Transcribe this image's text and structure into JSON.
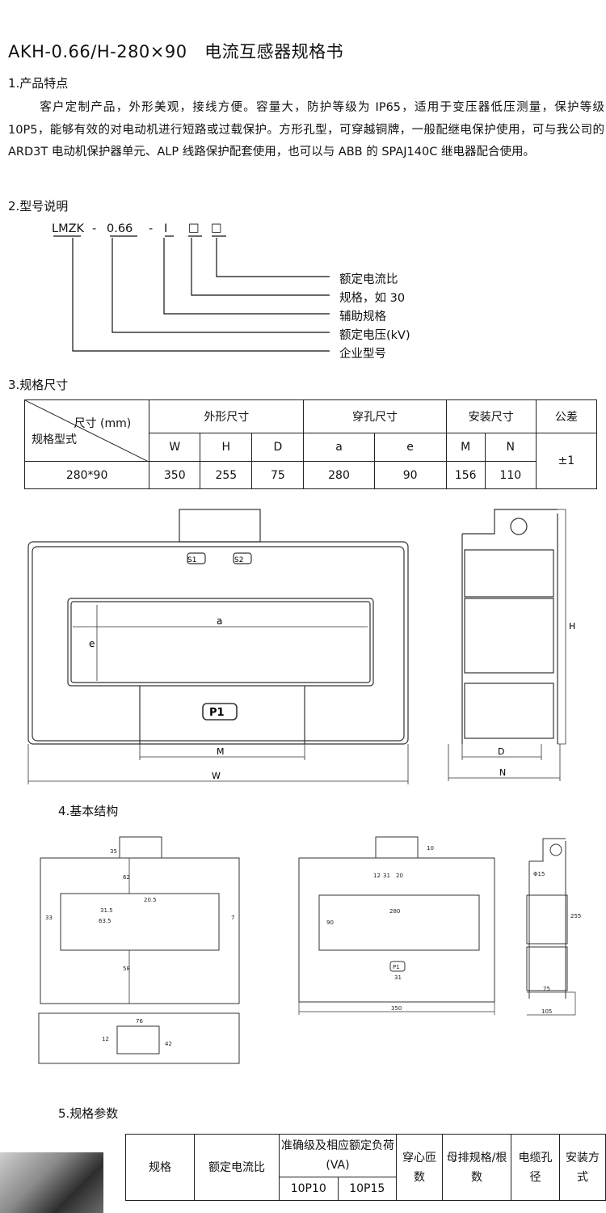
{
  "doc": {
    "title": "AKH-0.66/H-280×90   电流互感器规格书",
    "section1_heading": "1.产品特点",
    "section1_text": "客户定制产品，外形美观，接线方便。容量大，防护等级为 IP65，适用于变压器低压测量，保护等级 10P5，能够有效的对电动机进行短路或过载保护。方形孔型，可穿越铜牌，一般配继电保护使用，可与我公司的 ARD3T 电动机保护器单元、ALP 线路保护配套使用，也可以与 ABB 的 SPAJ140C 继电器配合使用。",
    "section2_heading": "2.型号说明",
    "section3_heading": "3.规格尺寸",
    "section4_heading": "4.基本结构",
    "section5_heading": "5.规格参数"
  },
  "model_code": {
    "parts": [
      "LMZK",
      "-",
      "0.66",
      "-",
      "I",
      "□",
      "□"
    ],
    "explanations": [
      "额定电流比",
      "规格，如 30",
      "辅助规格",
      "额定电压(kV)",
      "企业型号"
    ]
  },
  "spec_table": {
    "corner_top": "尺寸 (mm)",
    "corner_bottom": "规格型式",
    "groups": [
      "外形尺寸",
      "穿孔尺寸",
      "安装尺寸",
      "公差"
    ],
    "subheaders": [
      "W",
      "H",
      "D",
      "a",
      "e",
      "M",
      "N"
    ],
    "row": {
      "model": "280*90",
      "values": [
        "350",
        "255",
        "75",
        "280",
        "90",
        "156",
        "110"
      ]
    },
    "tolerance": "±1"
  },
  "drawing1": {
    "terminal_s1": "S1",
    "terminal_s2": "S2",
    "terminal_p1": "P1",
    "dim_a": "a",
    "dim_e": "e",
    "dim_m": "M",
    "dim_w": "W",
    "dim_h": "H",
    "dim_d": "D",
    "dim_n": "N"
  },
  "drawing2": {
    "front_dims": [
      "35",
      "62",
      "33",
      "20.5",
      "31.5",
      "63.5",
      "58"
    ],
    "front_right_dim": "7",
    "front2_dims": [
      "10",
      "12",
      "31",
      "20",
      "280",
      "90",
      "31",
      "350"
    ],
    "front2_terminal": "P1",
    "side_dims": [
      "255",
      "75",
      "105"
    ],
    "side_hole": "Φ15",
    "bottom_dims": [
      "76",
      "42",
      "12"
    ]
  },
  "params_table": {
    "headers": [
      "规格",
      "额定电流比",
      "准确级及相应额定负荷(VA)",
      "穿心匝数",
      "母排规格/根数",
      "电缆孔径",
      "安装方式"
    ],
    "accuracy_sub": [
      "10P10",
      "10P15"
    ]
  }
}
